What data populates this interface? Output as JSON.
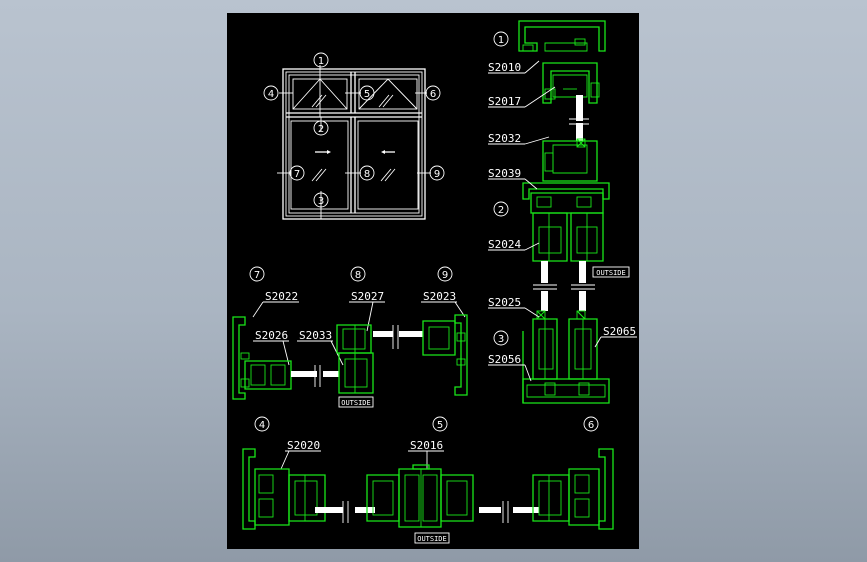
{
  "drawing": {
    "markers": {
      "m1": "1",
      "m2": "2",
      "m3": "3",
      "m4": "4",
      "m5": "5",
      "m6": "6",
      "m7": "7",
      "m8": "8",
      "m9": "9"
    },
    "profiles": {
      "s2010": "S2010",
      "s2017": "S2017",
      "s2032": "S2032",
      "s2039": "S2039",
      "s2024": "S2024",
      "s2025": "S2025",
      "s2056": "S2056",
      "s2065": "S2065",
      "s2022": "S2022",
      "s2027": "S2027",
      "s2023": "S2023",
      "s2026": "S2026",
      "s2033": "S2033",
      "s2020": "S2020",
      "s2016": "S2016"
    },
    "outside_label": "OUTSIDE"
  },
  "colors": {
    "background": "#000000",
    "profile": "#19e619",
    "linework": "#ffffff",
    "frame": "#b0bac6"
  }
}
